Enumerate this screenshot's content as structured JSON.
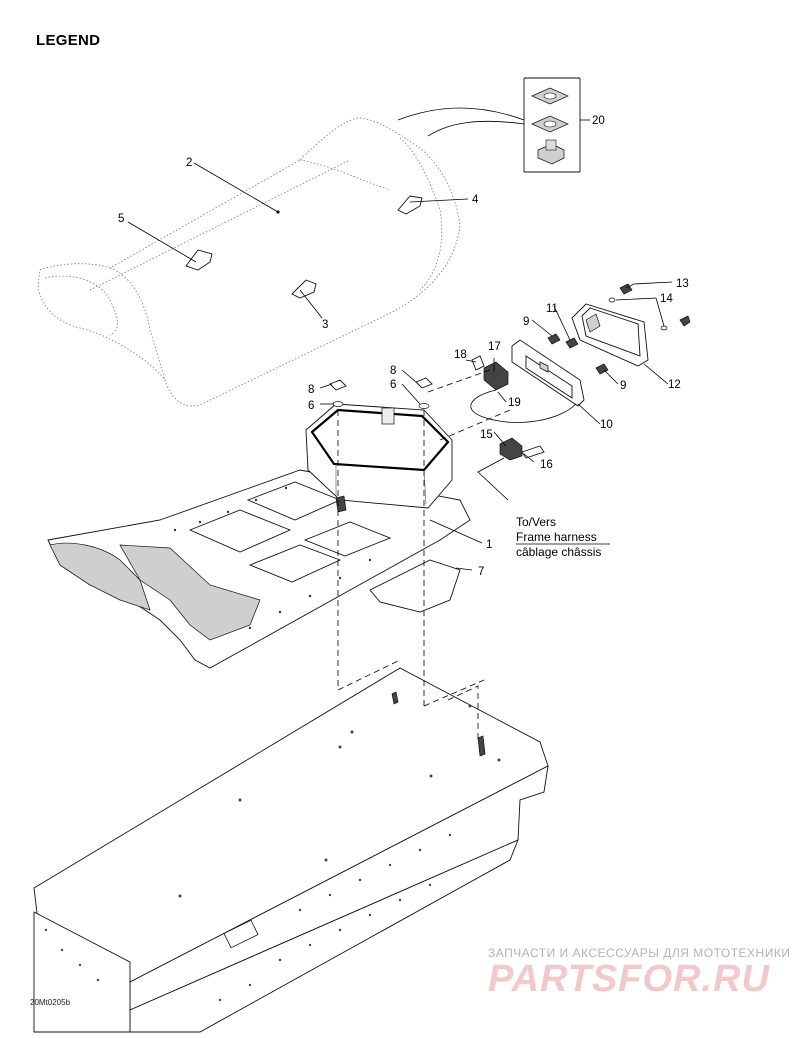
{
  "page": {
    "heading": "LEGEND",
    "figure_code": "20Mt0205b"
  },
  "harness_note": {
    "line1": "To/Vers",
    "line2": "Frame harness",
    "line3": "câblage châssis"
  },
  "callouts": [
    "1",
    "2",
    "3",
    "4",
    "5",
    "6",
    "6",
    "7",
    "8",
    "8",
    "9",
    "9",
    "10",
    "11",
    "12",
    "13",
    "14",
    "15",
    "16",
    "17",
    "18",
    "19",
    "20"
  ],
  "watermark": {
    "tagline": "ЗАПЧАСТИ И АКСЕССУАРЫ ДЛЯ МОТОТЕХНИКИ",
    "logo": "PARTSFOR.RU"
  }
}
